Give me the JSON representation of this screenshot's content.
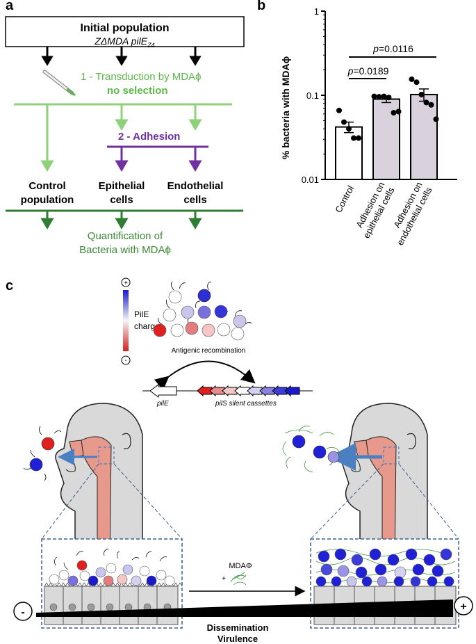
{
  "panel_a": {
    "letter": "a",
    "box_title": "Initial population",
    "box_subtitle": "ZΔMDA pilE",
    "box_subscript": "Z4",
    "step1": "1 - Transduction by MDAϕ",
    "step1_note": "no selection",
    "step2": "2 - Adhesion",
    "col1_line1": "Control",
    "col1_line2": "population",
    "col2_line1": "Epithelial",
    "col2_line2": "cells",
    "col3_line1": "Endothelial",
    "col3_line2": "cells",
    "quant_line1": "Quantification of",
    "quant_line2": "Bacteria with MDAϕ",
    "colors": {
      "green_light": "#8fd17a",
      "purple": "#7030a0",
      "green_dark": "#2e7d32",
      "text_green": "#5cb84a",
      "quant_green": "#3a8a36"
    }
  },
  "panel_b": {
    "letter": "b",
    "p1": "=0.0189",
    "p2": "=0.0116",
    "p_italic": "p"
  },
  "chart_data": {
    "type": "bar",
    "scale": "log",
    "ylabel": "% bacteria with MDAϕ",
    "ylim": [
      0.01,
      1
    ],
    "yticks": [
      "0.01",
      "0.1",
      "1"
    ],
    "categories": [
      "Control",
      "Adhesion on epithelial cells",
      "Adhesion on endothelial cells"
    ],
    "category_lines": [
      [
        "Control"
      ],
      [
        "Adhesion on",
        "epithelial cells"
      ],
      [
        "Adhesion on",
        "endothelial cells"
      ]
    ],
    "values": [
      0.042,
      0.09,
      0.102
    ],
    "errors": [
      0.006,
      0.008,
      0.017
    ],
    "points": [
      [
        0.066,
        0.048,
        0.04,
        0.031,
        0.031
      ],
      [
        0.097,
        0.096,
        0.097,
        0.094,
        0.062,
        0.064
      ],
      [
        0.155,
        0.143,
        0.102,
        0.082,
        0.077,
        0.052
      ]
    ],
    "bar_colors": [
      "#ffffff",
      "#d9d2dd",
      "#d9d2dd"
    ]
  },
  "panel_c": {
    "letter": "c",
    "legend_plus": "+",
    "legend_minus": "-",
    "legend_label1": "PilE",
    "legend_label2": "charge",
    "recombination": "Antigenic recombination",
    "gene_pilE": "pilE",
    "gene_pilS": "pilS silent cassettes",
    "mda_label": "MDAΦ",
    "mda_plus": "+",
    "dissemination": "Dissemination",
    "virulence": "Virulence",
    "scale_minus": "-",
    "scale_plus": "+"
  }
}
